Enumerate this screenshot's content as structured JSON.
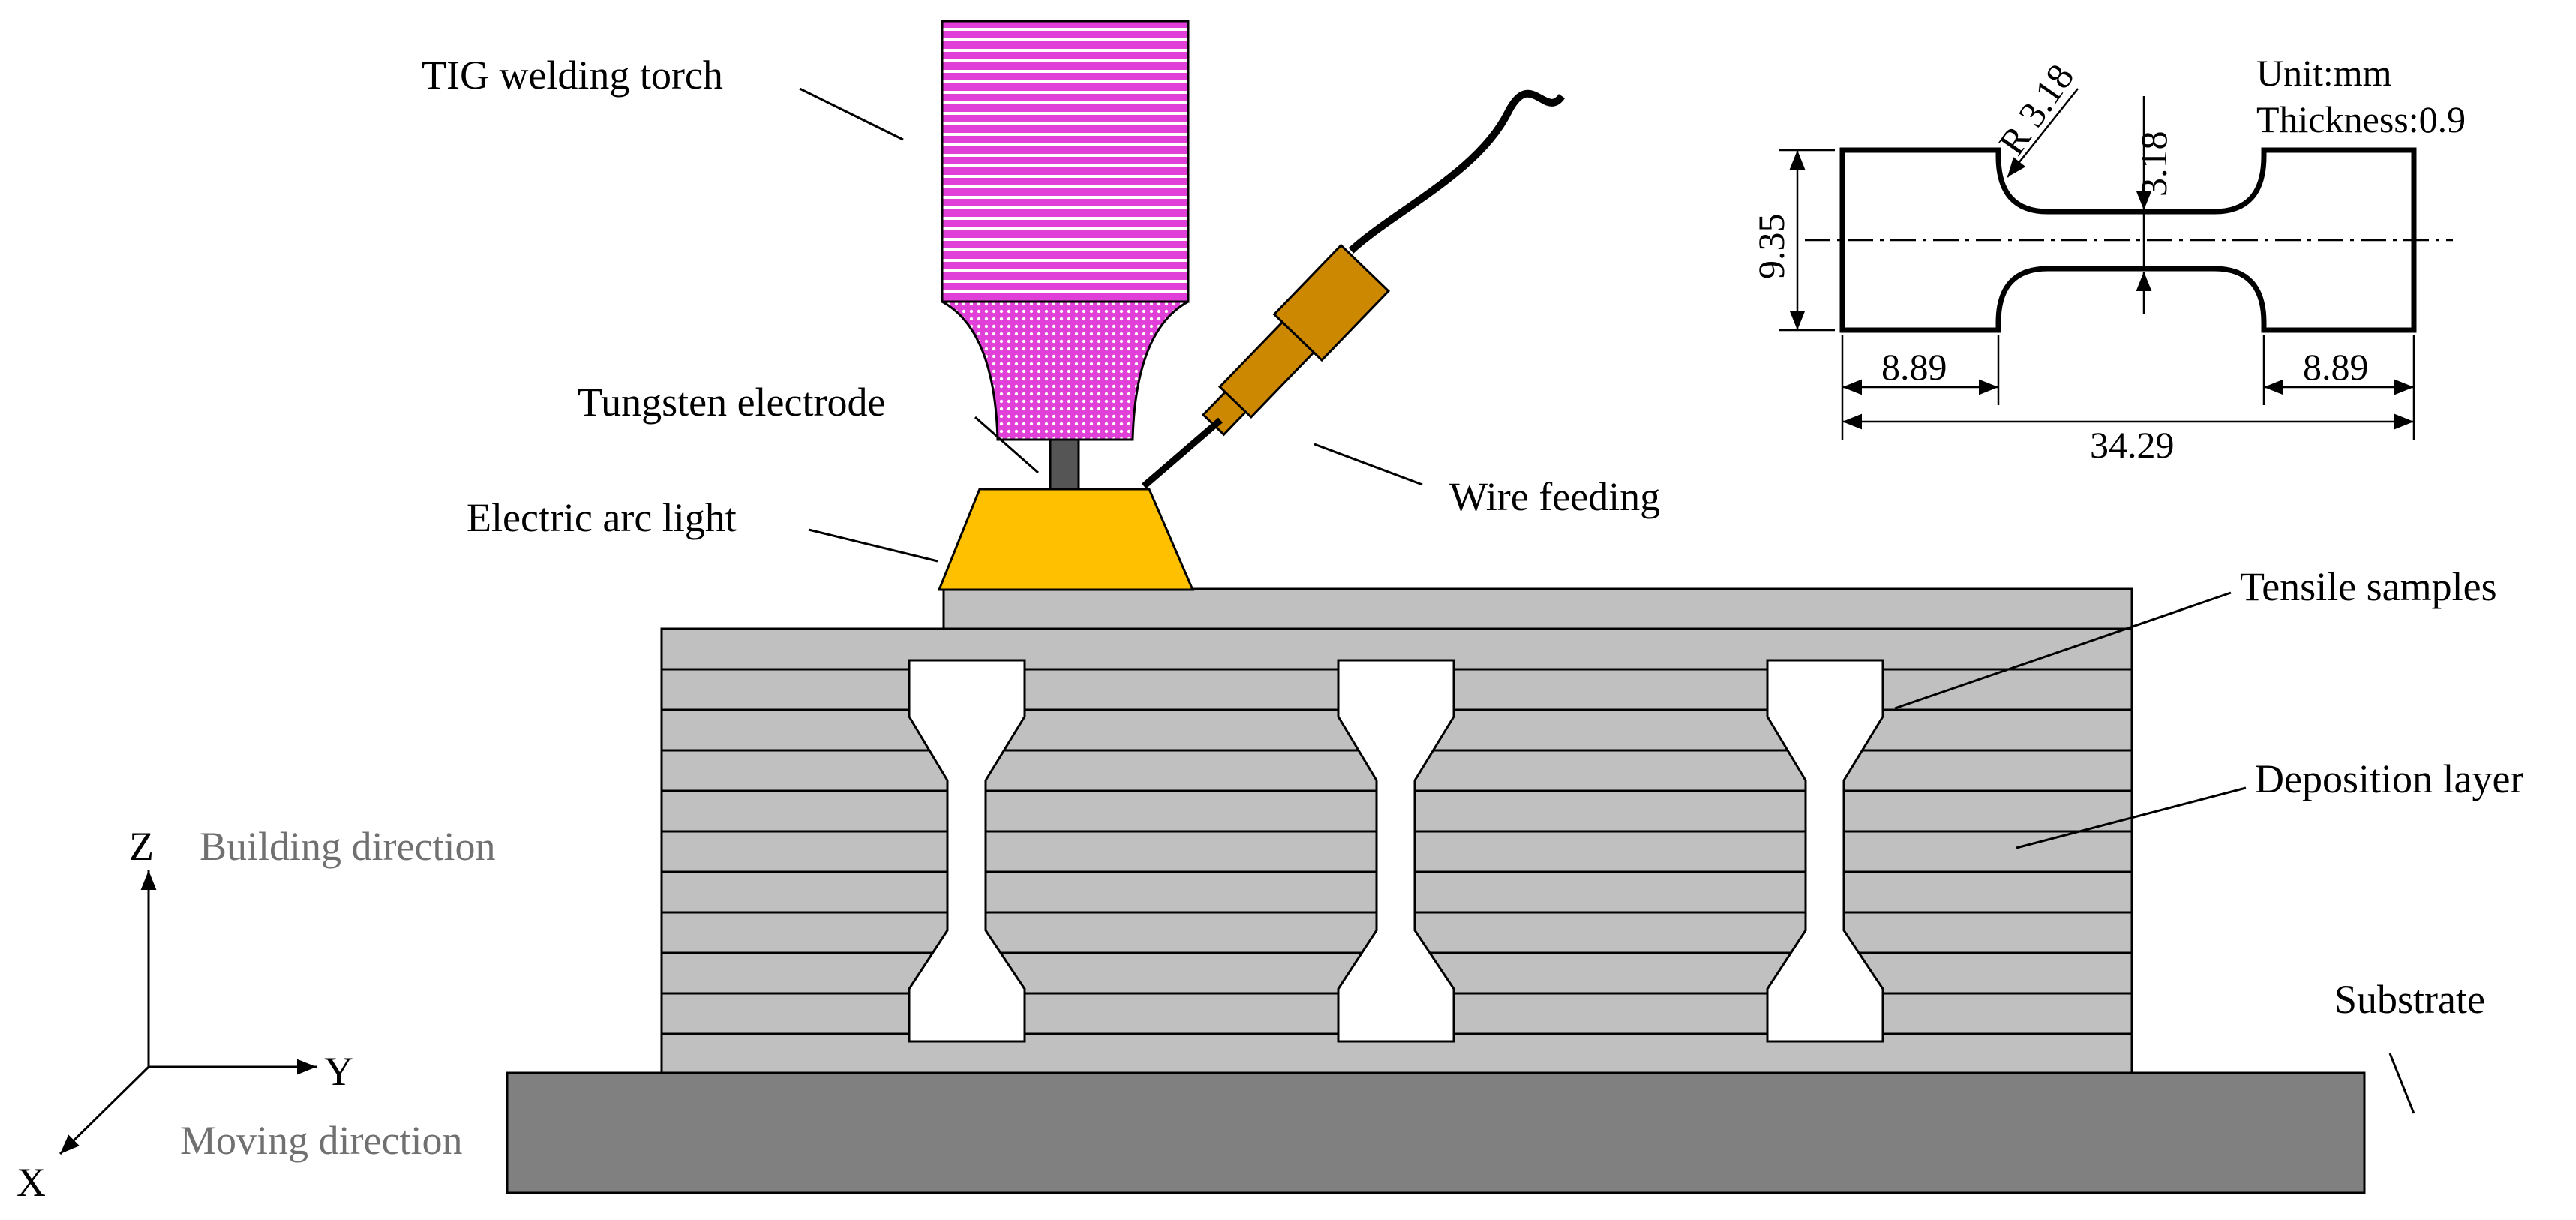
{
  "labels": {
    "torch": "TIG welding torch",
    "electrode": "Tungsten electrode",
    "arc": "Electric arc light",
    "wire": "Wire feeding",
    "tensile": "Tensile samples",
    "deposition": "Deposition layer",
    "substrate": "Substrate",
    "building": "Building direction",
    "moving": "Moving direction"
  },
  "axes": {
    "z": "Z",
    "y": "Y",
    "x": "X"
  },
  "specimen": {
    "unit": "Unit:mm",
    "thickness": "Thickness:0.9",
    "radius": "R 3.18",
    "neck": "3.18",
    "height": "9.35",
    "grip_left": "8.89",
    "grip_right": "8.89",
    "total": "34.29"
  },
  "colors": {
    "torch_body": "#e040d8",
    "torch_stripe": "#ffffff",
    "arc_light": "#ffc000",
    "wire_feeder": "#cc8800",
    "deposition": "#c0c0c0",
    "substrate": "#808080",
    "electrode": "#555555"
  }
}
